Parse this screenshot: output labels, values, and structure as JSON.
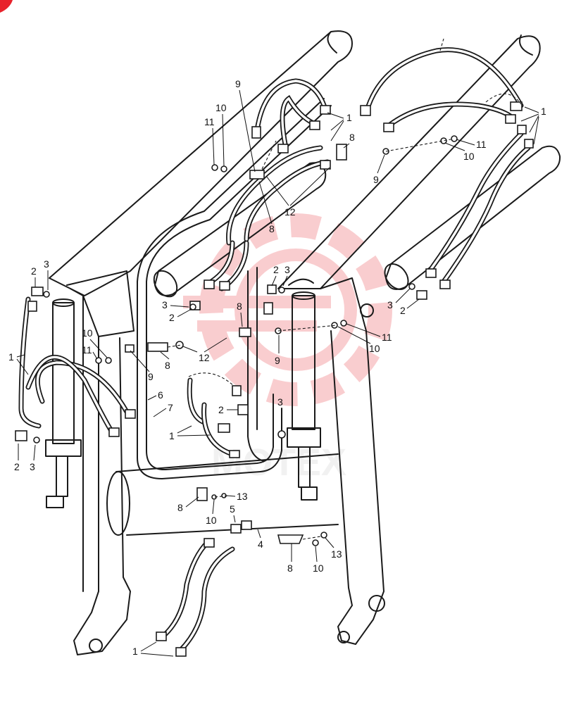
{
  "brand": {
    "accent_color": "#e8222b",
    "watermark_text": "MOTEX",
    "watermark_color": "#e8222b"
  },
  "callouts": [
    {
      "label": "1"
    },
    {
      "label": "1"
    },
    {
      "label": "1"
    },
    {
      "label": "1"
    },
    {
      "label": "1"
    },
    {
      "label": "2"
    },
    {
      "label": "2"
    },
    {
      "label": "2"
    },
    {
      "label": "2"
    },
    {
      "label": "2"
    },
    {
      "label": "2"
    },
    {
      "label": "3"
    },
    {
      "label": "3"
    },
    {
      "label": "3"
    },
    {
      "label": "3"
    },
    {
      "label": "3"
    },
    {
      "label": "3"
    },
    {
      "label": "4"
    },
    {
      "label": "5"
    },
    {
      "label": "6"
    },
    {
      "label": "7"
    },
    {
      "label": "8"
    },
    {
      "label": "8"
    },
    {
      "label": "8"
    },
    {
      "label": "8"
    },
    {
      "label": "8"
    },
    {
      "label": "8"
    },
    {
      "label": "9"
    },
    {
      "label": "9"
    },
    {
      "label": "9"
    },
    {
      "label": "9"
    },
    {
      "label": "10"
    },
    {
      "label": "10"
    },
    {
      "label": "10"
    },
    {
      "label": "10"
    },
    {
      "label": "10"
    },
    {
      "label": "10"
    },
    {
      "label": "11"
    },
    {
      "label": "11"
    },
    {
      "label": "11"
    },
    {
      "label": "11"
    },
    {
      "label": "12"
    },
    {
      "label": "12"
    },
    {
      "label": "13"
    },
    {
      "label": "13"
    }
  ]
}
